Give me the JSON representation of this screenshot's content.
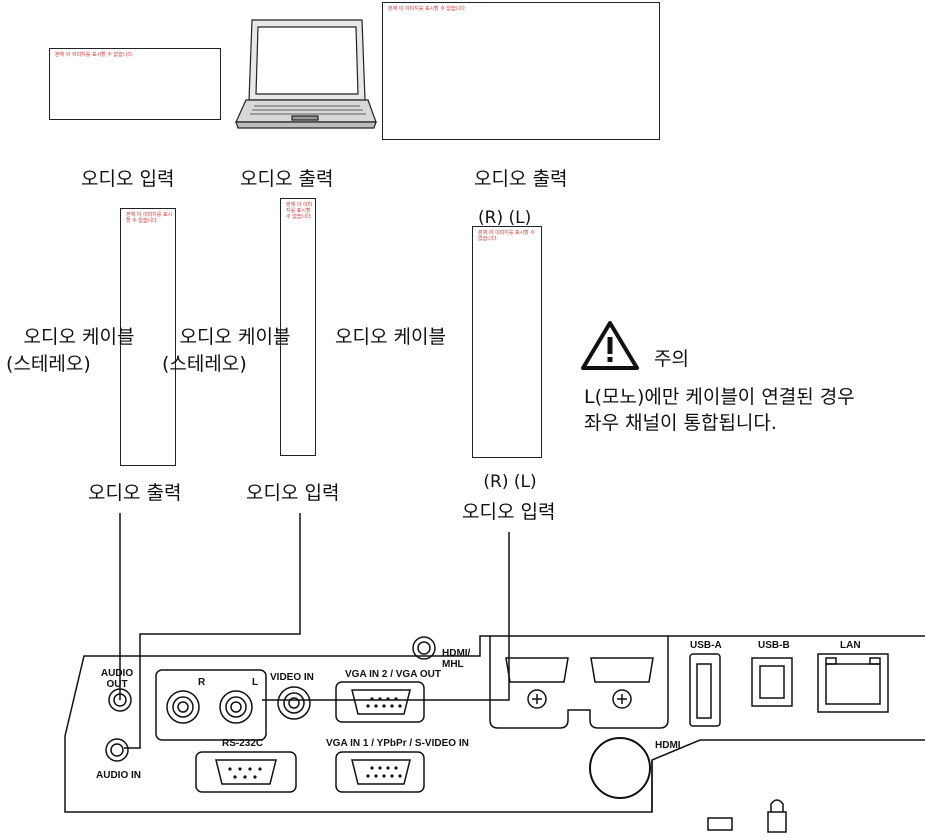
{
  "devices": {
    "left_box_note": "본체 이 이미지를 표시할 수 없습니다.",
    "right_box_note": "본체 이 이미지를 표시할 수 없습니다.",
    "cable_left_note": "본체 이 이미지를 표시할 수 없습니다.",
    "cable_mid_note": "본체 이 이미지를 표시할 수 없습니다.",
    "cable_right_note": "본체 이 이미지를 표시할 수 없습니다."
  },
  "labels": {
    "top_audio_in": "오디오 입력",
    "top_audio_out_laptop": "오디오 출력",
    "top_audio_out_right": "오디오 출력",
    "rl_top": "(R) (L)",
    "cable_stereo_1_line1": "오디오 케이블",
    "cable_stereo_1_line2": "(스테레오)",
    "cable_stereo_2_line1": "오디오 케이블",
    "cable_stereo_2_line2": "(스테레오)",
    "cable_3": "오디오 케이블",
    "bottom_audio_out": "오디오 출력",
    "bottom_audio_in": "오디오 입력",
    "rl_bottom": "(R) (L)",
    "bottom_audio_in_right": "오디오 입력"
  },
  "caution": {
    "title": "주의",
    "line1": "L(모노)에만 케이블이 연결된 경우",
    "line2": "좌우 채널이 통합됩니다."
  },
  "ports": {
    "audio_out": "AUDIO OUT",
    "audio_in": "AUDIO IN",
    "r": "R",
    "l": "L",
    "video_in": "VIDEO IN",
    "vga_in2": "VGA IN 2 / VGA OUT",
    "rs232c": "RS-232C",
    "vga_in1": "VGA IN 1 / YPbPr / S-VIDEO IN",
    "hdmi_mhl": "HDMI/ MHL",
    "hdmi": "HDMI",
    "usb_a": "USB-A",
    "usb_b": "USB-B",
    "lan": "LAN"
  }
}
